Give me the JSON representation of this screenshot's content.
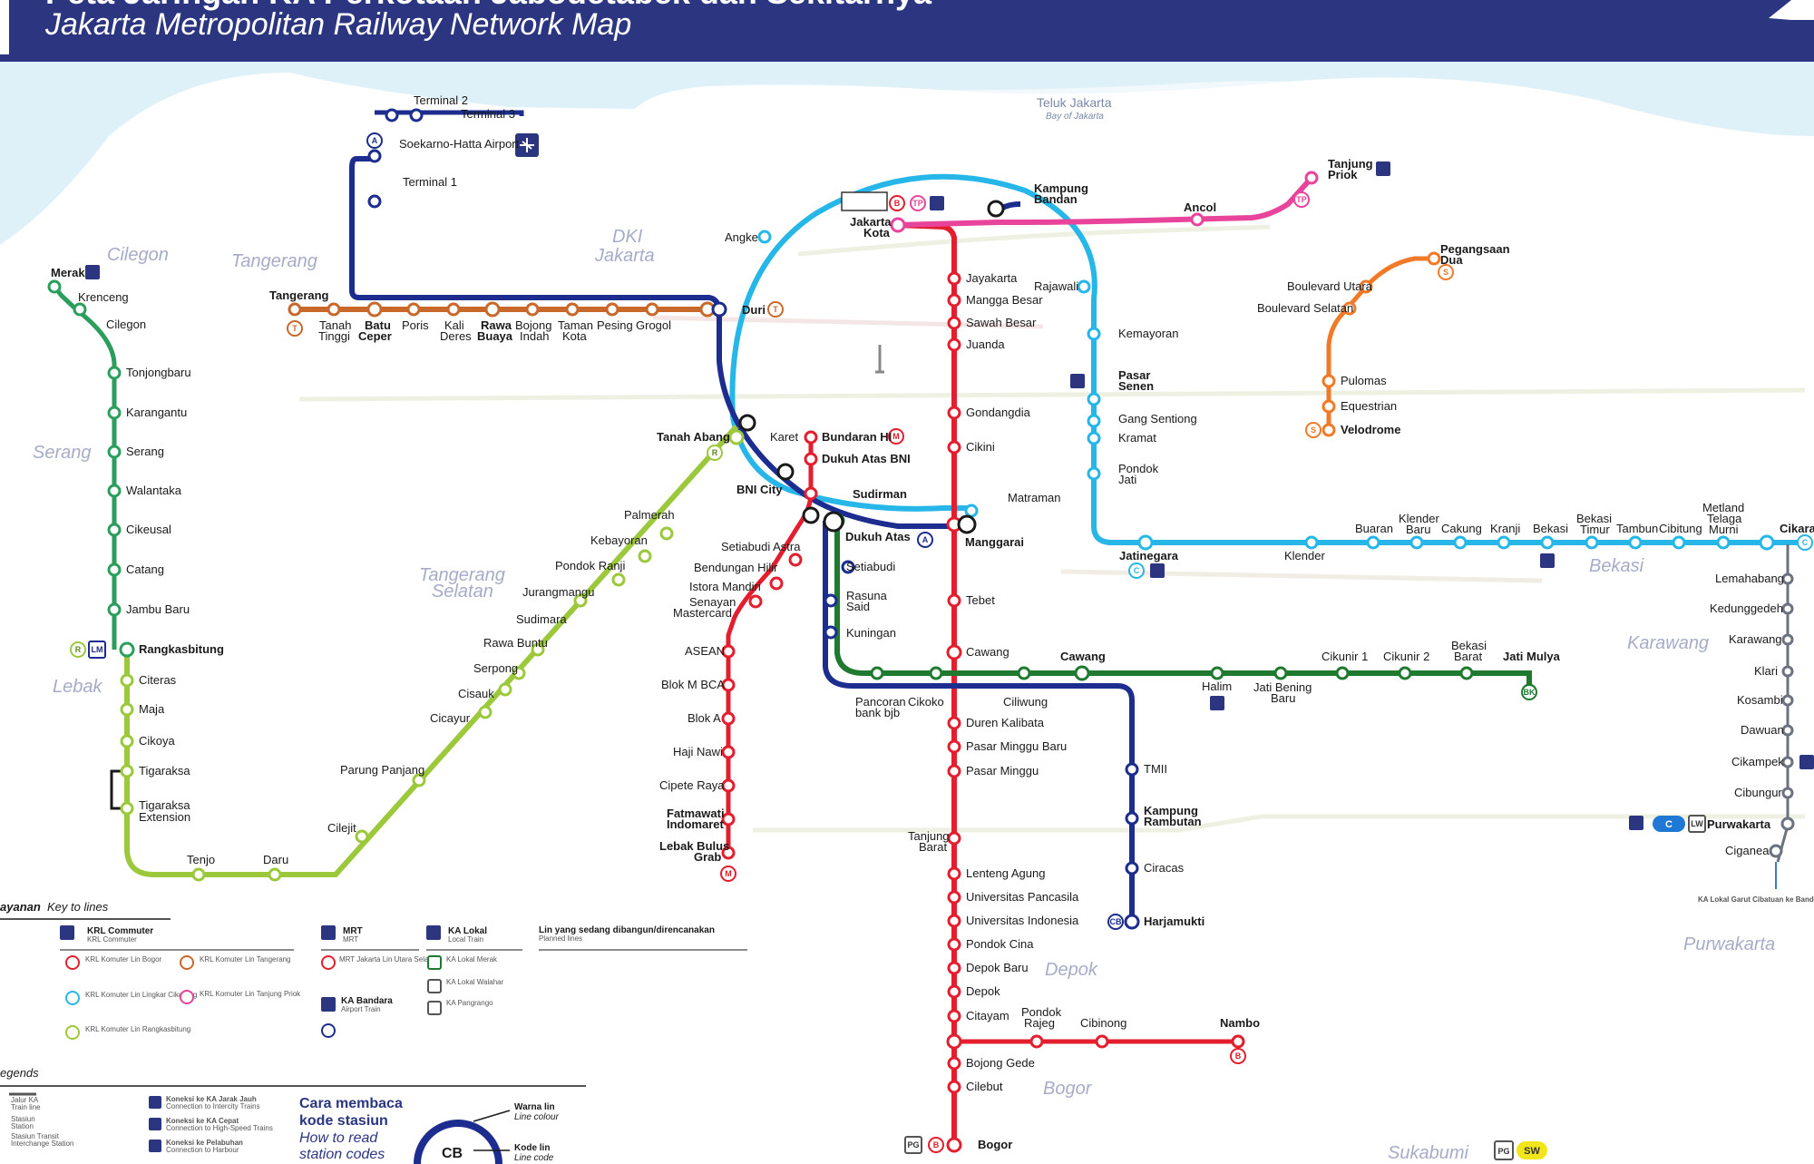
{
  "header": {
    "title_en": "Jakarta Metropolitan Railway Network Map",
    "title_id_partial": "Peta Jaringan KA Perkotaan Jabodetabek dan Sekitarnya"
  },
  "colors": {
    "header_bg": "#2b3580",
    "water": "#dff1f8",
    "commuter_loop": "#27b6e8",
    "bogor_line": "#e31e2e",
    "cikarang_loop_east": "#27b6e8",
    "tanjung_priok": "#e8449b",
    "bekasi_line_blue": "#1c2d8f",
    "duri_tangerang": "#c8682a",
    "rangkasbitung": "#2c9e5b",
    "rangkasbitung_branch": "#9cc83c",
    "mrt": "#e31e2e",
    "lrt_jabodebek": "#1c2d8f",
    "lrt_jakarta": "#f07a28",
    "green_bekasi": "#1f7a2f",
    "airport": "#1c2d8f"
  },
  "regions": {
    "cilegon": "Cilegon",
    "tangerang": "Tangerang",
    "dki": "DKI",
    "jakarta": "Jakarta",
    "serang": "Serang",
    "lebak": "Lebak",
    "tangsel_1": "Tangerang",
    "tangsel_2": "Selatan",
    "bekasi": "Bekasi",
    "karawang": "Karawang",
    "purwakarta": "Purwakarta",
    "depok": "Depok",
    "bogor": "Bogor",
    "sukabumi": "Sukabumi",
    "teluk": "Teluk Jakarta",
    "teluk_en": "Bay of Jakarta"
  },
  "stations": {
    "terminal2": "Terminal 2",
    "terminal3": "Terminal 3",
    "soekarno_hatta": "Soekarno-Hatta Airport",
    "terminal1": "Terminal 1",
    "merak": "Merak",
    "krenceng": "Krenceng",
    "cilegon": "Cilegon",
    "tonjongbaru": "Tonjongbaru",
    "karangantu": "Karangantu",
    "serang": "Serang",
    "walantaka": "Walantaka",
    "cikeusal": "Cikeusal",
    "catang": "Catang",
    "jambu_baru": "Jambu Baru",
    "rangkasbitung": "Rangkasbitung",
    "citeras": "Citeras",
    "maja": "Maja",
    "cikoya": "Cikoya",
    "tigaraksa": "Tigaraksa",
    "tigaraksa_ext_1": "Tigaraksa",
    "tigaraksa_ext_2": "Extension",
    "tenjo": "Tenjo",
    "daru": "Daru",
    "cilejit": "Cilejit",
    "parung_panjang": "Parung Panjang",
    "cicayur": "Cicayur",
    "cisauk": "Cisauk",
    "serpong": "Serpong",
    "rawa_buntu": "Rawa Buntu",
    "sudimara": "Sudimara",
    "jurangmangu": "Jurangmangu",
    "pondok_ranji": "Pondok Ranji",
    "kebayoran": "Kebayoran",
    "palmerah": "Palmerah",
    "tanah_abang": "Tanah Abang",
    "tangerang": "Tangerang",
    "tanah_tinggi_1": "Tanah",
    "tanah_tinggi_2": "Tinggi",
    "batu_ceper_1": "Batu",
    "batu_ceper_2": "Ceper",
    "poris": "Poris",
    "kali_deres_1": "Kali",
    "kali_deres_2": "Deres",
    "rawa_buaya_1": "Rawa",
    "rawa_buaya_2": "Buaya",
    "bojong_indah_1": "Bojong",
    "bojong_indah_2": "Indah",
    "taman_kota_1": "Taman",
    "taman_kota_2": "Kota",
    "pesing": "Pesing",
    "grogol": "Grogol",
    "duri": "Duri",
    "angke": "Angke",
    "jakarta_kota_1": "Jakarta",
    "jakarta_kota_2": "Kota",
    "kampung_bandan_1": "Kampung",
    "kampung_bandan_2": "Bandan",
    "ancol": "Ancol",
    "tanjung_priok_1": "Tanjung",
    "tanjung_priok_2": "Priok",
    "jayakarta": "Jayakarta",
    "mangga_besar": "Mangga Besar",
    "sawah_besar": "Sawah Besar",
    "juanda": "Juanda",
    "gondangdia": "Gondangdia",
    "cikini": "Cikini",
    "manggarai": "Manggarai",
    "tebet": "Tebet",
    "cawang": "Cawang",
    "duren_kalibata": "Duren Kalibata",
    "pasar_minggu_baru": "Pasar Minggu Baru",
    "pasar_minggu": "Pasar Minggu",
    "tanjung_barat_1": "Tanjung",
    "tanjung_barat_2": "Barat",
    "lenteng_agung": "Lenteng Agung",
    "univ_pancasila": "Universitas Pancasila",
    "univ_indonesia": "Universitas Indonesia",
    "pondok_cina": "Pondok Cina",
    "depok_baru": "Depok Baru",
    "depok": "Depok",
    "citayam": "Citayam",
    "bojong_gede": "Bojong Gede",
    "cilebut": "Cilebut",
    "bogor": "Bogor",
    "pondok_rajeg_1": "Pondok",
    "pondok_rajeg_2": "Rajeg",
    "cibinong": "Cibinong",
    "nambo": "Nambo",
    "rajawali": "Rajawali",
    "kemayoran": "Kemayoran",
    "pasar_senen_1": "Pasar",
    "pasar_senen_2": "Senen",
    "gang_sentiong": "Gang Sentiong",
    "kramat": "Kramat",
    "pondok_jati_1": "Pondok",
    "pondok_jati_2": "Jati",
    "matraman": "Matraman",
    "jatinegara": "Jatinegara",
    "klender": "Klender",
    "buaran": "Buaran",
    "klender_baru_1": "Klender",
    "klender_baru_2": "Baru",
    "cakung": "Cakung",
    "kranji": "Kranji",
    "bekasi": "Bekasi",
    "bekasi_timur_1": "Bekasi",
    "bekasi_timur_2": "Timur",
    "tambun": "Tambun",
    "cibitung": "Cibitung",
    "metland_1": "Metland",
    "metland_2": "Telaga",
    "metland_3": "Murni",
    "cikarang": "Cikarang",
    "lemahabang": "Lemahabang",
    "kedunggedeh": "Kedunggedeh",
    "karawang": "Karawang",
    "klari": "Klari",
    "kosambi": "Kosambi",
    "dawuan": "Dawuan",
    "cikampek": "Cikampek",
    "cibungur": "Cibungur",
    "purwakarta": "Purwakarta",
    "ciganea": "Ciganea",
    "pegangsaan_1": "Pegangsaan",
    "pegangsaan_2": "Dua",
    "boulevard_utara": "Boulevard Utara",
    "boulevard_selatan": "Boulevard Selatan",
    "pulomas": "Pulomas",
    "equestrian": "Equestrian",
    "velodrome": "Velodrome",
    "karet": "Karet",
    "bundaran_hi": "Bundaran HI",
    "dukuh_atas_bni": "Dukuh Atas BNI",
    "bni_city": "BNI City",
    "sudirman": "Sudirman",
    "dukuh_atas": "Dukuh Atas",
    "setiabudi_astra": "Setiabudi Astra",
    "bendungan_hilir": "Bendungan Hilir",
    "istora_mandiri": "Istora Mandiri",
    "senayan_1": "Senayan",
    "senayan_2": "Mastercard",
    "asean": "ASEAN",
    "blok_m_bca": "Blok M BCA",
    "blok_a": "Blok A",
    "haji_nawi": "Haji Nawi",
    "cipete_raya": "Cipete Raya",
    "fatmawati_1": "Fatmawati",
    "fatmawati_2": "Indomaret",
    "lebak_bulus_1": "Lebak Bulus",
    "lebak_bulus_2": "Grab",
    "setiabudi": "Setiabudi",
    "rasuna_1": "Rasuna",
    "rasuna_2": "Said",
    "kuningan": "Kuningan",
    "pancoran_1": "Pancoran",
    "pancoran_2": "bank bjb",
    "cikoko": "Cikoko",
    "ciliwung": "Ciliwung",
    "cawang_lrt": "Cawang",
    "halim": "Halim",
    "jati_bening_1": "Jati Bening",
    "jati_bening_2": "Baru",
    "cikunir1": "Cikunir 1",
    "cikunir2": "Cikunir 2",
    "bekasi_barat_1": "Bekasi",
    "bekasi_barat_2": "Barat",
    "jati_mulya": "Jati Mulya",
    "tmii": "TMII",
    "kampung_rambutan_1": "Kampung",
    "kampung_rambutan_2": "Rambutan",
    "ciracas": "Ciracas",
    "harjamukti": "Harjamukti"
  },
  "legend": {
    "key_heading_id": "ayanan",
    "key_heading_en": "Key to lines",
    "krl_title": "KRL Commuter",
    "krl_sub": "KRL Commuter",
    "mrt_title": "MRT",
    "mrt_sub": "MRT",
    "ka_lokal_title": "KA Lokal",
    "ka_lokal_sub": "Local Train",
    "planned_title": "Lin yang sedang dibangun/direncanakan",
    "planned_sub": "Planned lines",
    "krl_b": "KRL Komuter Lin Bogor",
    "krl_c": "KRL Komuter Lin Lingkar Cikarang",
    "krl_r": "KRL Komuter Lin Rangkasbitung",
    "krl_t": "KRL Komuter Lin Tangerang",
    "krl_tp": "KRL Komuter Lin Tanjung Priok",
    "mrt_m": "MRT Jakarta Lin Utara Selatan",
    "ka_bandara": "KA Bandara",
    "ka_bandara_sub": "Airport Train",
    "lm": "KA Lokal Merak",
    "lw": "KA Lokal Walahar",
    "pg": "KA Pangrango",
    "legends": "egends",
    "jalur": "Jalur KA",
    "jalur_en": "Train line",
    "stasiun": "Stasiun",
    "stasiun_en": "Station",
    "transit": "Stasiun Transit",
    "transit_en": "Interchange Station",
    "kajj": "Koneksi ke KA Jarak Jauh",
    "kajj_en": "Connection to Intercity Trains",
    "kacepat": "Koneksi ke KA Cepat",
    "kacepat_en": "Connection to High-Speed Trains",
    "pelabuhan": "Koneksi ke Pelabuhan",
    "pelabuhan_en": "Connection to Harbour",
    "howto_1": "Cara membaca",
    "howto_2": "kode stasiun",
    "howto_3": "How to read",
    "howto_4": "station codes",
    "code_sample": "CB",
    "warna": "Warna lin",
    "warna_en": "Line colour",
    "kode": "Kode lin",
    "kode_en": "Line code",
    "ka_lokal_garut": "KA Lokal Garut Cibatuan ke Bandung/Garut",
    "lw_code": "LW",
    "pg_code": "PG",
    "sw_code": "SW",
    "c_code": "C"
  },
  "route_codes": {
    "b": "B",
    "c": "C",
    "r": "R",
    "t": "T",
    "tp": "TP",
    "m": "M",
    "a": "A",
    "lm": "LM",
    "lw": "LW",
    "s": "S",
    "bk": "BK",
    "cb": "CB",
    "pg": "PG"
  }
}
